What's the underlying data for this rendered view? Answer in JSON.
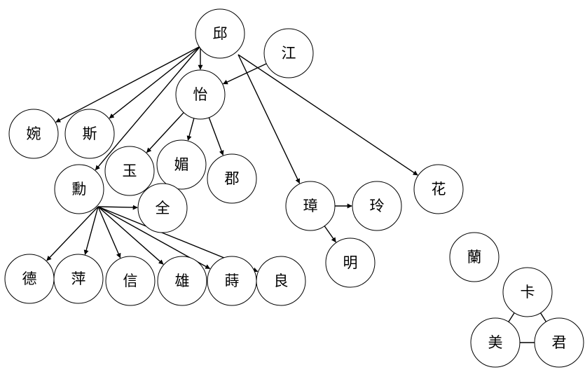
{
  "diagram": {
    "nodes": [
      {
        "id": "qiu",
        "label": "邱"
      },
      {
        "id": "jiang",
        "label": "江"
      },
      {
        "id": "yi",
        "label": "怡"
      },
      {
        "id": "wan",
        "label": "婉"
      },
      {
        "id": "si",
        "label": "斯"
      },
      {
        "id": "yu",
        "label": "玉"
      },
      {
        "id": "mei_beauty",
        "label": "媚"
      },
      {
        "id": "jun_county",
        "label": "郡"
      },
      {
        "id": "xun",
        "label": "勳"
      },
      {
        "id": "quan",
        "label": "全"
      },
      {
        "id": "de",
        "label": "德"
      },
      {
        "id": "ping",
        "label": "萍"
      },
      {
        "id": "xin",
        "label": "信"
      },
      {
        "id": "xiong",
        "label": "雄"
      },
      {
        "id": "shi",
        "label": "蒔"
      },
      {
        "id": "liang",
        "label": "良"
      },
      {
        "id": "zhang",
        "label": "璋"
      },
      {
        "id": "ling",
        "label": "玲"
      },
      {
        "id": "ming",
        "label": "明"
      },
      {
        "id": "hua",
        "label": "花"
      },
      {
        "id": "lan",
        "label": "蘭"
      },
      {
        "id": "ka",
        "label": "卡"
      },
      {
        "id": "mei",
        "label": "美"
      },
      {
        "id": "jun",
        "label": "君"
      }
    ],
    "edges": [
      {
        "from": "qiu",
        "to": "wan",
        "directed": true
      },
      {
        "from": "qiu",
        "to": "si",
        "directed": true
      },
      {
        "from": "qiu",
        "to": "yi",
        "directed": true
      },
      {
        "from": "qiu",
        "to": "xun",
        "directed": true
      },
      {
        "from": "qiu",
        "to": "zhang",
        "directed": true
      },
      {
        "from": "qiu",
        "to": "hua",
        "directed": true
      },
      {
        "from": "jiang",
        "to": "yi",
        "directed": true
      },
      {
        "from": "yi",
        "to": "yu",
        "directed": true
      },
      {
        "from": "yi",
        "to": "mei_beauty",
        "directed": true
      },
      {
        "from": "yi",
        "to": "jun_county",
        "directed": true
      },
      {
        "from": "xun",
        "to": "quan",
        "directed": true
      },
      {
        "from": "xun",
        "to": "de",
        "directed": true
      },
      {
        "from": "xun",
        "to": "ping",
        "directed": true
      },
      {
        "from": "xun",
        "to": "xin",
        "directed": true
      },
      {
        "from": "xun",
        "to": "xiong",
        "directed": true
      },
      {
        "from": "xun",
        "to": "shi",
        "directed": true
      },
      {
        "from": "xun",
        "to": "liang",
        "directed": true
      },
      {
        "from": "zhang",
        "to": "ling",
        "directed": true
      },
      {
        "from": "zhang",
        "to": "ming",
        "directed": true
      },
      {
        "from": "ka",
        "to": "mei",
        "directed": false
      },
      {
        "from": "ka",
        "to": "jun",
        "directed": false
      },
      {
        "from": "mei",
        "to": "jun",
        "directed": false
      }
    ]
  }
}
